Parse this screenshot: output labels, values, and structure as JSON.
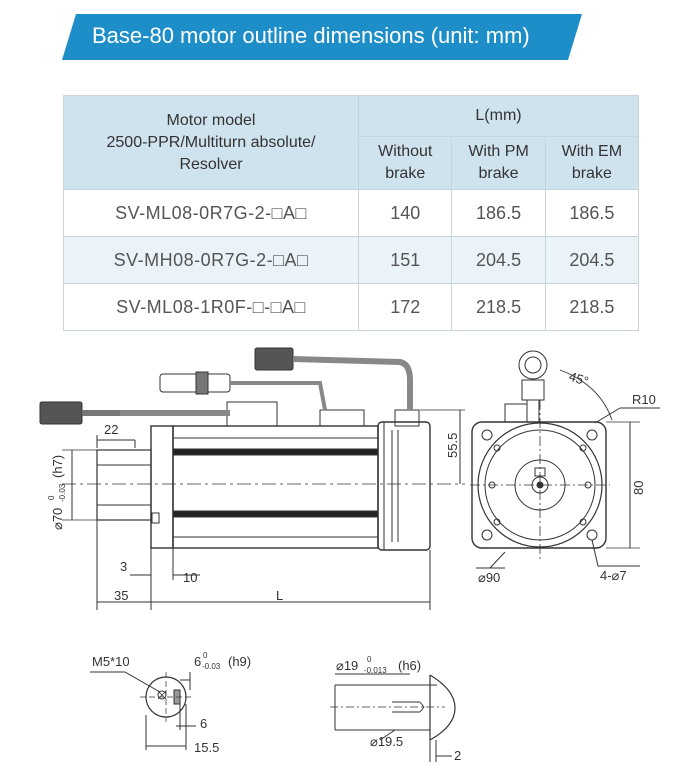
{
  "banner": {
    "title": "Base-80 motor outline dimensions (unit: mm)",
    "color": "#1e8ec9"
  },
  "table": {
    "model_header": [
      "Motor model",
      "2500-PPR/Multiturn absolute/",
      "Resolver"
    ],
    "l_header": "L(mm)",
    "col_headers": [
      [
        "Without",
        "brake"
      ],
      [
        "With PM",
        "brake"
      ],
      [
        "With EM",
        "brake"
      ]
    ],
    "rows": [
      {
        "model": "SV-ML08-0R7G-2-□A□",
        "without": "140",
        "pm": "186.5",
        "em": "186.5"
      },
      {
        "model": "SV-MH08-0R7G-2-□A□",
        "without": "151",
        "pm": "204.5",
        "em": "204.5"
      },
      {
        "model": "SV-ML08-1R0F-□-□A□",
        "without": "172",
        "pm": "218.5",
        "em": "218.5"
      }
    ]
  },
  "drawing": {
    "dims": {
      "d22": "22",
      "d70": "⌀70",
      "d70_tol_upper": "0",
      "d70_tol_lower": "-0.03",
      "d70_fit": "(h7)",
      "d3": "3",
      "d10": "10",
      "d35": "35",
      "dL": "L",
      "d55": "55.5",
      "d45": "45°",
      "dR10": "R10",
      "d80": "80",
      "d90": "⌀90",
      "d4x7": "4-⌀7",
      "dM5": "M5*10",
      "d6key": "6",
      "d6key_tol_upper": "0",
      "d6key_tol_lower": "-0.03",
      "d6key_fit": "(h9)",
      "d6": "6",
      "d15": "15.5",
      "d19": "⌀19",
      "d19_tol_upper": "0",
      "d19_tol_lower": "-0.013",
      "d19_fit": "(h6)",
      "d195": "⌀19.5",
      "d2": "2"
    }
  }
}
